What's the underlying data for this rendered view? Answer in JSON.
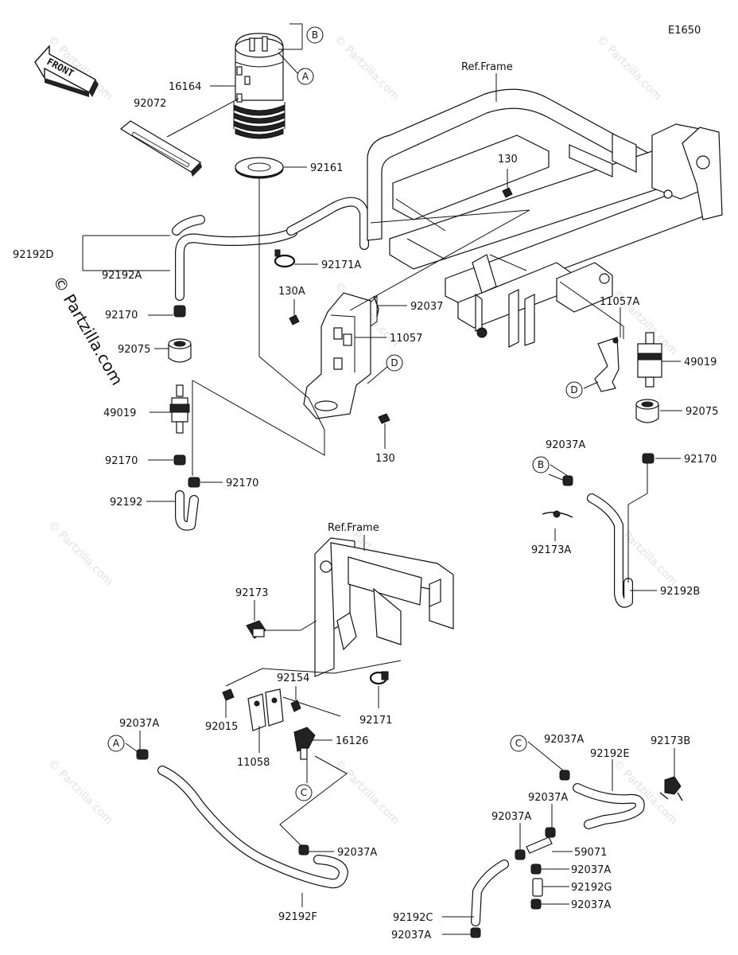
{
  "diagram_code": "E1650",
  "front_label": "FRONT",
  "ref_frame_top": "Ref.Frame",
  "ref_frame_bottom": "Ref.Frame",
  "watermark_text": "© Partzilla.com",
  "side_watermark": "© Partzilla.com",
  "callouts": {
    "A1": "A",
    "A2": "A",
    "B1": "B",
    "B2": "B",
    "C1": "C",
    "C2": "C",
    "D1": "D",
    "D2": "D"
  },
  "parts": {
    "p16164": "16164",
    "p92072": "92072",
    "p92161": "92161",
    "p92192D": "92192D",
    "p92192A": "92192A",
    "p92171A": "92171A",
    "p130A": "130A",
    "p92037": "92037",
    "p11057": "11057",
    "p92170_a": "92170",
    "p92075_l": "92075",
    "p49019_l": "49019",
    "p92170_b": "92170",
    "p92170_c": "92170",
    "p92192": "92192",
    "p130_top": "130",
    "p130_mid": "130",
    "p11057A": "11057A",
    "p49019_r": "49019",
    "p92075_r": "92075",
    "p92037A_r": "92037A",
    "p92170_r": "92170",
    "p92173A": "92173A",
    "p92192B": "92192B",
    "p92173": "92173",
    "p92154": "92154",
    "p92171": "92171",
    "p92015": "92015",
    "p11058": "11058",
    "p16126": "16126",
    "p92037A_bl": "92037A",
    "p92037A_bm": "92037A",
    "p92192F": "92192F",
    "p92037A_c1": "92037A",
    "p92192E": "92192E",
    "p92173B": "92173B",
    "p92037A_c2": "92037A",
    "p92037A_c3": "92037A",
    "p59071": "59071",
    "p92037A_c4": "92037A",
    "p92192G": "92192G",
    "p92037A_c5": "92037A",
    "p92192C": "92192C",
    "p92037A_c6": "92037A"
  }
}
